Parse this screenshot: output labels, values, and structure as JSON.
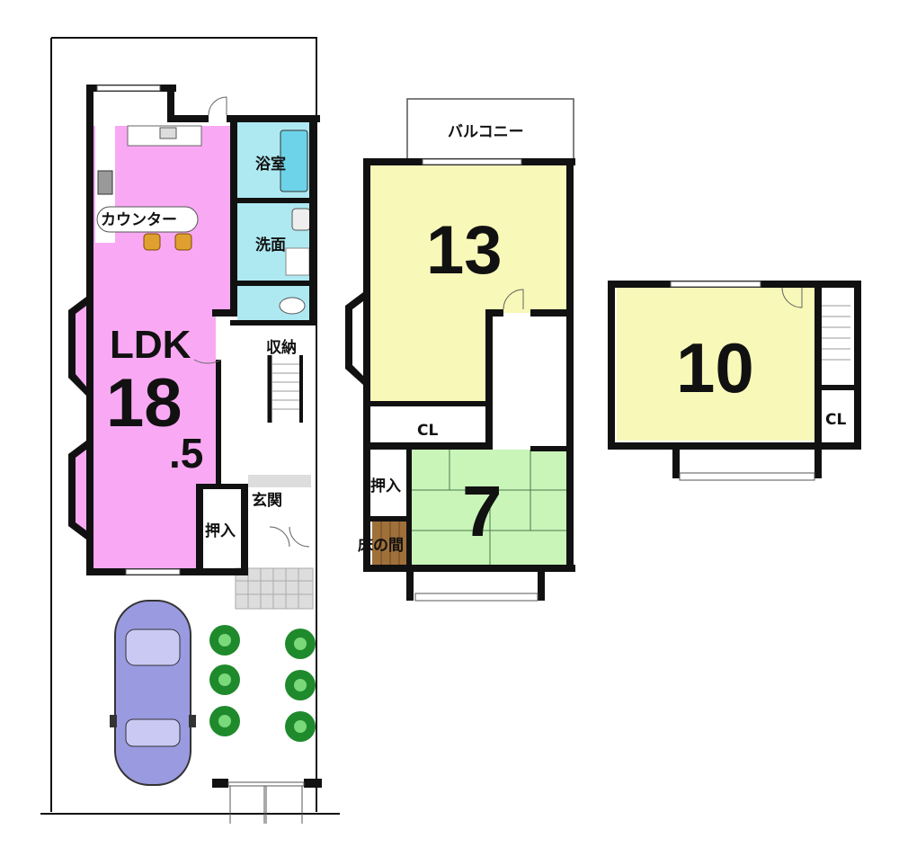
{
  "floor1": {
    "ldk": {
      "name": "LDK",
      "size_main": "18",
      "size_decimal": ".5",
      "color": "#f9a9f4"
    },
    "counter": "カウンター",
    "bath": "浴室",
    "washroom": "洗面",
    "storage": "収納",
    "entrance": "玄関",
    "closet": "押入"
  },
  "floor2": {
    "balcony": "バルコニー",
    "room_west": {
      "size": "13",
      "color": "#f8f8b8"
    },
    "closet_cl": "CL",
    "japanese_room": {
      "size": "7",
      "color": "#c9f5b9"
    },
    "closet": "押入",
    "tokonoma": "床の間"
  },
  "floor3": {
    "room": {
      "size": "10",
      "color": "#f8f8b8"
    },
    "closet_cl": "CL"
  },
  "colors": {
    "bath_blue": "#aee9f2",
    "car": "#9a9ae0",
    "plant": "#1f8a2c",
    "tatami_line": "#4a7a4a",
    "wall": "#111111"
  }
}
